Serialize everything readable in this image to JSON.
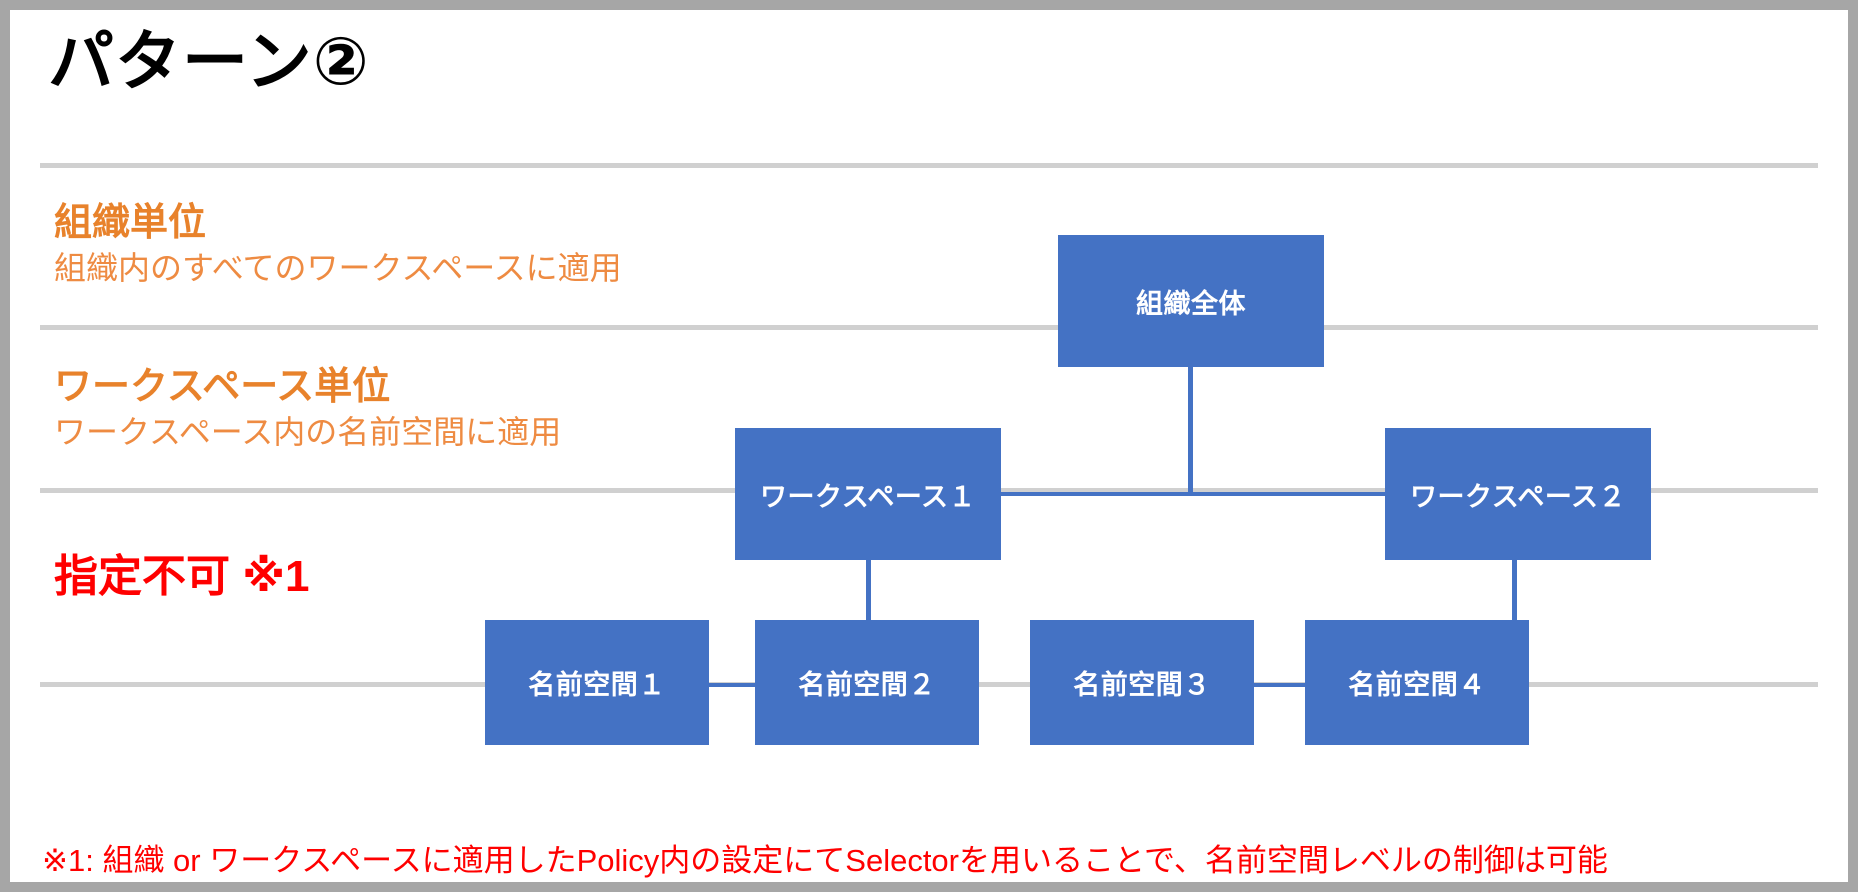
{
  "slide": {
    "title": "パターン②",
    "background": "#ffffff",
    "frame_color": "#a6a6a6"
  },
  "colors": {
    "accent_orange": "#E8822B",
    "sub_orange": "#EE8B42",
    "node_blue": "#4472C4",
    "alert_red": "#FF0000",
    "divider_gray": "#d0d0d0"
  },
  "rows": [
    {
      "heading": "組織単位",
      "subtitle": "組織内のすべてのワークスペースに適用",
      "heading_color": "#E8822B"
    },
    {
      "heading": "ワークスペース単位",
      "subtitle": "ワークスペース内の名前空間に適用",
      "heading_color": "#E8822B"
    },
    {
      "heading": "指定不可 ※1",
      "subtitle": "",
      "heading_color": "#FF0000"
    }
  ],
  "diagram": {
    "type": "tree",
    "nodes": [
      {
        "id": "org",
        "label": "組織全体",
        "level": 1
      },
      {
        "id": "ws1",
        "label": "ワークスペース１",
        "level": 2
      },
      {
        "id": "ws2",
        "label": "ワークスペース２",
        "level": 2
      },
      {
        "id": "ns1",
        "label": "名前空間１",
        "level": 3
      },
      {
        "id": "ns2",
        "label": "名前空間２",
        "level": 3
      },
      {
        "id": "ns3",
        "label": "名前空間３",
        "level": 3
      },
      {
        "id": "ns4",
        "label": "名前空間４",
        "level": 3
      }
    ],
    "edges": [
      {
        "from": "org",
        "to": "ws1"
      },
      {
        "from": "org",
        "to": "ws2"
      },
      {
        "from": "ws1",
        "to": "ns1"
      },
      {
        "from": "ws1",
        "to": "ns2"
      },
      {
        "from": "ws2",
        "to": "ns3"
      },
      {
        "from": "ws2",
        "to": "ns4"
      }
    ]
  },
  "footnote": {
    "text": "※1: 組織 or ワークスペースに適用したPolicy内の設定にてSelectorを用いることで、名前空間レベルの制御は可能"
  }
}
